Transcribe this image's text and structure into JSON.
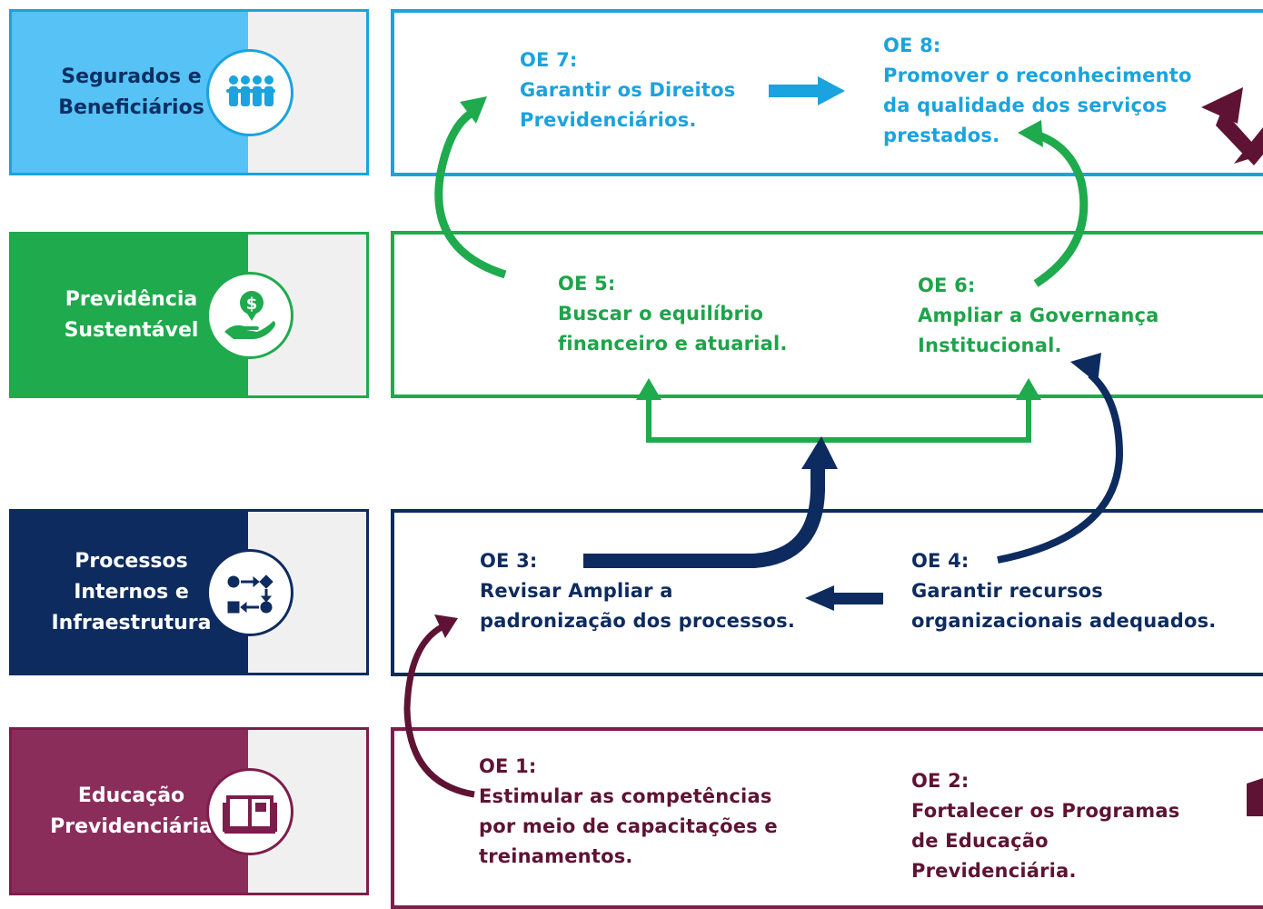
{
  "perspectives": [
    {
      "key": "seg",
      "label_lines": [
        "Segurados e",
        "Beneficiários"
      ],
      "icon": "people-group-icon",
      "color": "#56c2f5"
    },
    {
      "key": "prev",
      "label_lines": [
        "Previdência",
        "Sustentável"
      ],
      "icon": "money-hand-icon",
      "color": "#1faa4d"
    },
    {
      "key": "proc",
      "label_lines": [
        "Processos",
        "Internos e",
        "Infraestrutura"
      ],
      "icon": "process-flow-icon",
      "color": "#0d2b5f"
    },
    {
      "key": "edu",
      "label_lines": [
        "Educação",
        "Previdenciária"
      ],
      "icon": "book-icon",
      "color": "#8b2d5b"
    }
  ],
  "objectives": {
    "oe7": {
      "title": "OE 7:",
      "lines": [
        "Garantir os Direitos",
        "Previdenciários."
      ]
    },
    "oe8": {
      "title": "OE 8:",
      "lines": [
        "Promover o reconhecimento",
        "da qualidade dos serviços",
        "prestados."
      ]
    },
    "oe5": {
      "title": "OE 5:",
      "lines": [
        "Buscar o equilíbrio",
        "financeiro e atuarial."
      ]
    },
    "oe6": {
      "title": "OE 6:",
      "lines": [
        "Ampliar a Governança",
        "Institucional."
      ]
    },
    "oe3": {
      "title": "OE 3:",
      "lines": [
        "Revisar Ampliar a",
        "padronização dos processos."
      ]
    },
    "oe4": {
      "title": "OE 4:",
      "lines": [
        "Garantir recursos",
        "organizacionais adequados."
      ]
    },
    "oe1": {
      "title": "OE 1:",
      "lines": [
        "Estimular as competências",
        "por meio de capacitações e",
        "treinamentos."
      ]
    },
    "oe2": {
      "title": "OE 2:",
      "lines": [
        "Fortalecer os Programas",
        "de Educação",
        "Previdenciária."
      ]
    }
  },
  "colors": {
    "blue": "#1aa3de",
    "green": "#1faa4d",
    "navy": "#0d2b5f",
    "maroon": "#7d1d4c"
  }
}
